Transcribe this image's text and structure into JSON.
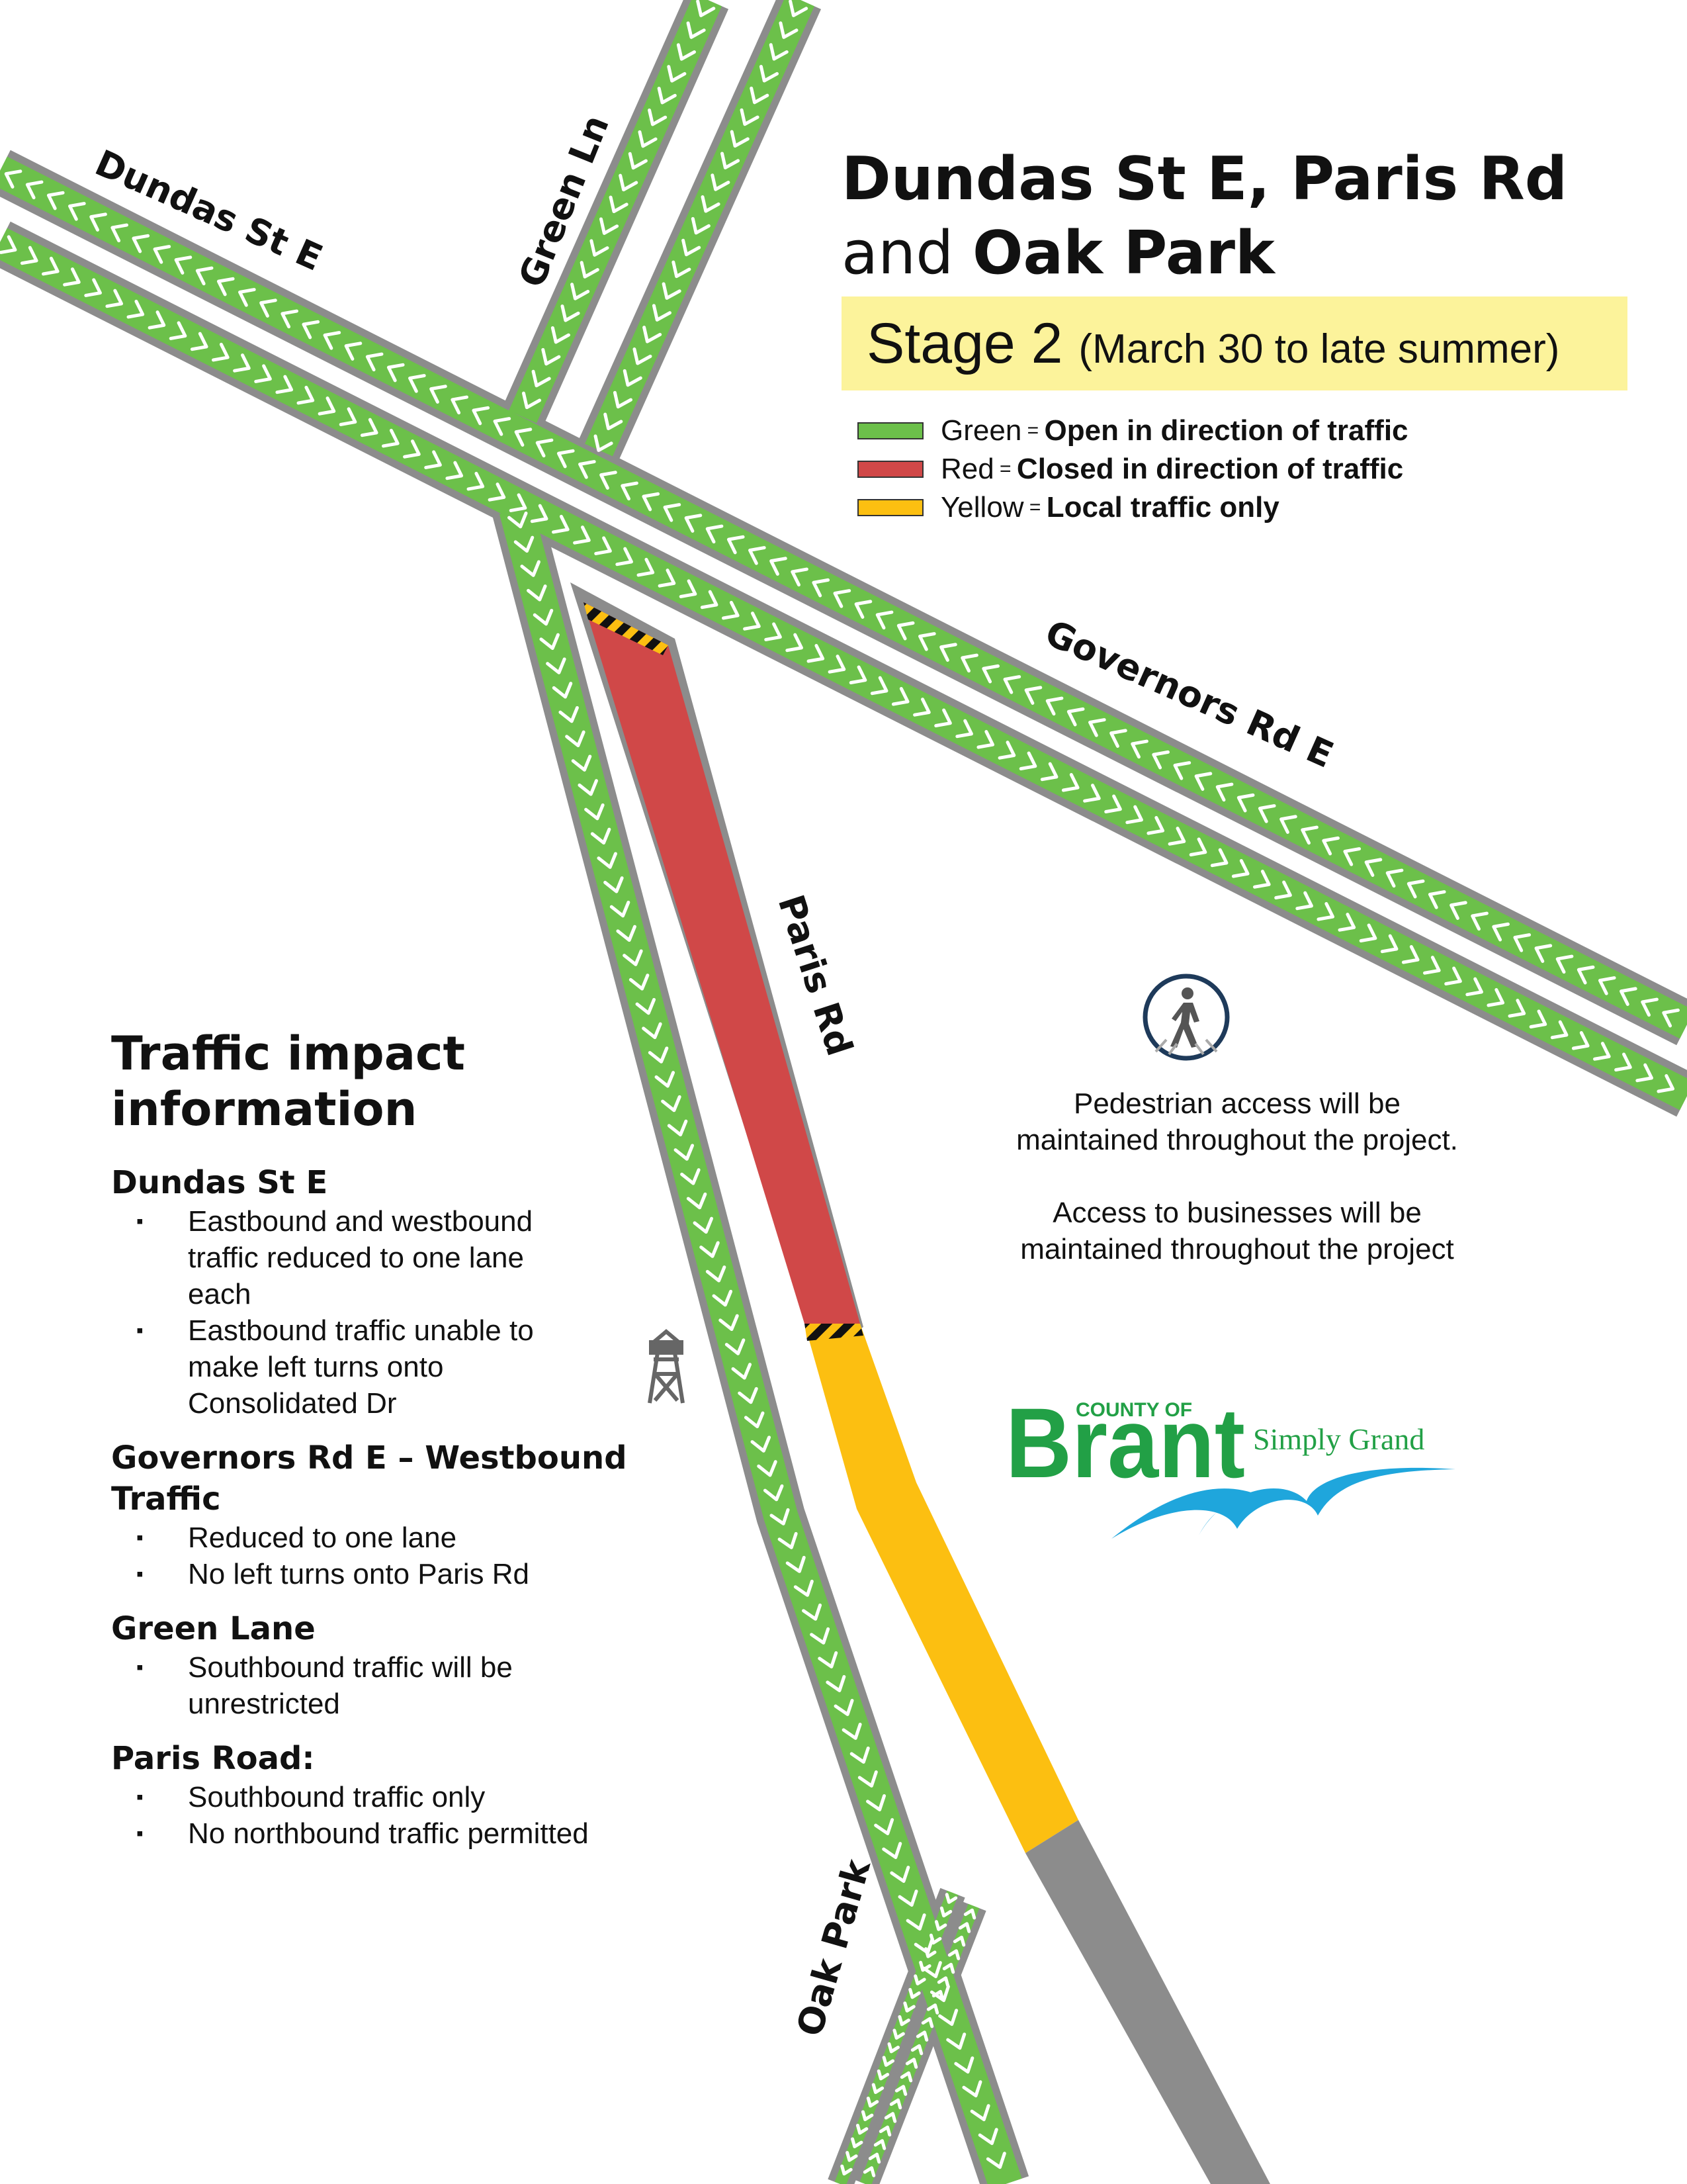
{
  "title": {
    "line1": "Dundas St E, Paris Rd",
    "line2_prefix": "and ",
    "line2_bold": "Oak Park"
  },
  "stage": {
    "label": "Stage 2",
    "dates": "(March 30 to late summer)"
  },
  "legend": [
    {
      "color_name": "Green",
      "eq": " = ",
      "meaning": "Open in direction of traffic",
      "swatch": "#6cc04a"
    },
    {
      "color_name": "Red",
      "eq": " = ",
      "meaning": "Closed in direction of traffic",
      "swatch": "#d04848"
    },
    {
      "color_name": "Yellow",
      "eq": " = ",
      "meaning": "Local traffic only",
      "swatch": "#fcbf11"
    }
  ],
  "streets": {
    "dundas": "Dundas St E",
    "green_ln": "Green Ln",
    "governors": "Governors Rd E",
    "paris": "Paris Rd",
    "oak_park": "Oak Park"
  },
  "colors": {
    "open": "#6cc04a",
    "closed": "#d04848",
    "local": "#fcbf11",
    "road_edge": "#8c8c8c",
    "stage_bg": "#fcf39b",
    "brant_green": "#22a046",
    "brant_blue": "#1fa6dc"
  },
  "info": {
    "heading_line1": "Traffic impact",
    "heading_line2": "information",
    "sections": [
      {
        "title": "Dundas St E",
        "items": [
          "Eastbound and westbound traffic reduced to one lane each",
          "Eastbound traffic unable to make left turns onto Consolidated Dr"
        ]
      },
      {
        "title": "Governors Rd E – Westbound Traffic",
        "items": [
          "Reduced to one lane",
          "No left turns onto Paris Rd"
        ]
      },
      {
        "title": "Green Lane",
        "items": [
          "Southbound traffic will be unrestricted"
        ]
      },
      {
        "title": "Paris Road:",
        "items": [
          "Southbound traffic only",
          "No northbound traffic permitted"
        ]
      }
    ]
  },
  "pedestrian": {
    "icon": "pedestrian-icon",
    "line1": "Pedestrian access will be maintained throughout the project.",
    "line2": "Access to businesses will be maintained throughout the project"
  },
  "landmark_icon": "water-tower-icon",
  "logo": {
    "county_of": "COUNTY OF",
    "brant": "Brant",
    "tagline": "Simply Grand"
  }
}
